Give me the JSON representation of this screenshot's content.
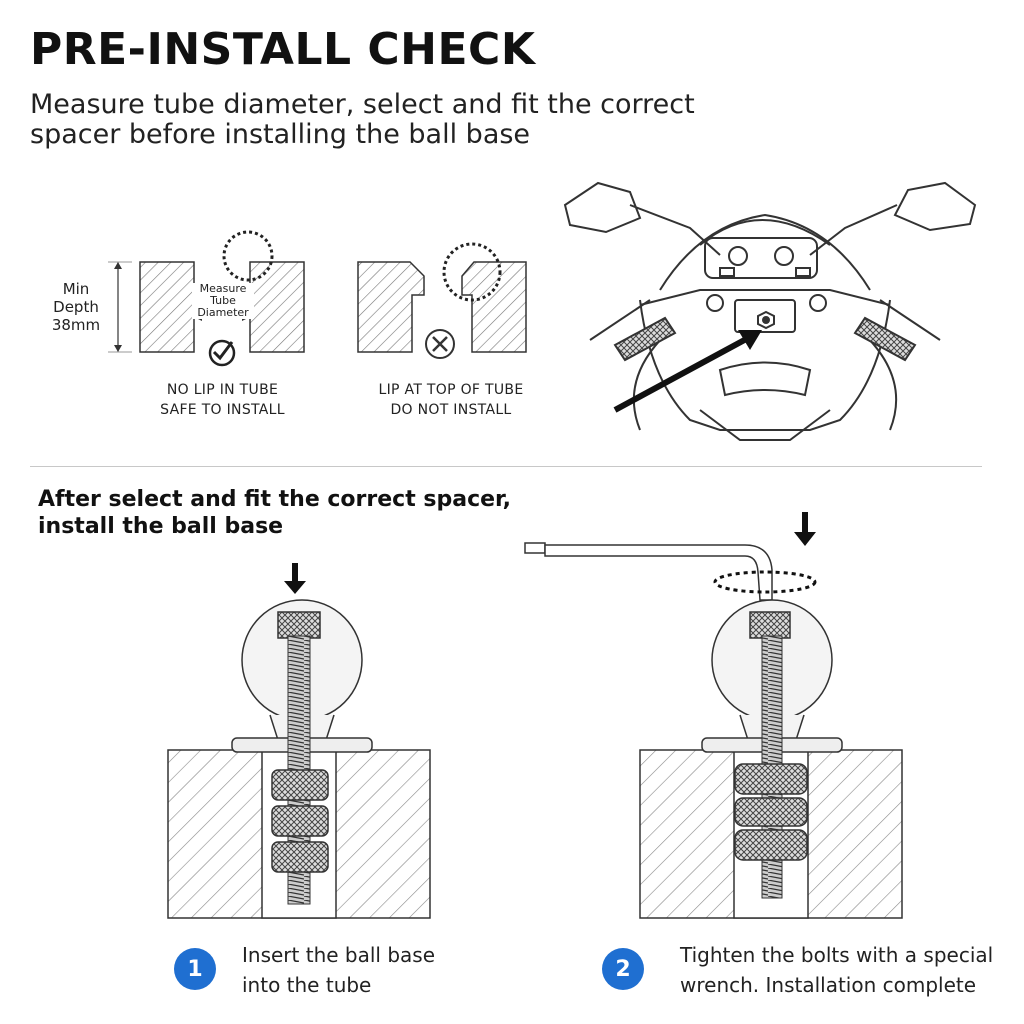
{
  "header": {
    "title": "PRE-INSTALL CHECK",
    "subtitle_line1": "Measure tube diameter, select and fit the correct",
    "subtitle_line2": "spacer before installing the ball base"
  },
  "measure_figure": {
    "min_depth_line1": "Min",
    "min_depth_line2": "Depth",
    "min_depth_line3": "38mm",
    "measure_line1": "Measure",
    "measure_line2": "Tube",
    "measure_line3": "Diameter"
  },
  "checks": [
    {
      "line1": "NO LIP IN TUBE",
      "line2": "SAFE TO INSTALL",
      "icon": "check-icon"
    },
    {
      "line1": "LIP AT TOP OF TUBE",
      "line2": "DO NOT INSTALL",
      "icon": "cross-icon"
    }
  ],
  "section2": {
    "line1": "After select and fit the correct spacer,",
    "line2": "install the ball base"
  },
  "steps": [
    {
      "number": "1",
      "line1": "Insert the ball base",
      "line2": "into the tube"
    },
    {
      "number": "2",
      "line1": "Tighten the bolts with a special",
      "line2": "wrench. Installation complete"
    }
  ],
  "colors": {
    "badge": "#1f6fd1",
    "line": "#222222",
    "hatch": "#666666"
  }
}
